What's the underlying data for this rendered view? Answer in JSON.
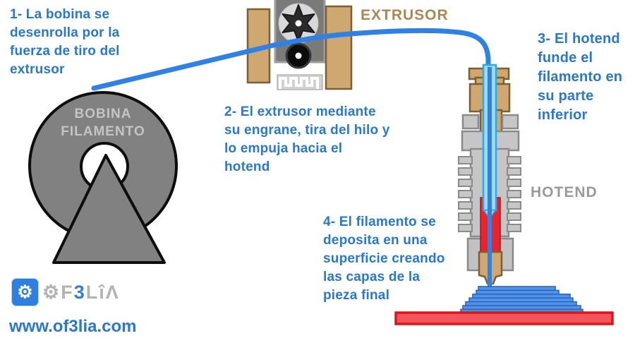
{
  "steps": {
    "step1_lines": [
      "1- La bobina se",
      "desenrolla por la",
      "fuerza de tiro del",
      "extrusor"
    ],
    "step2_lines": [
      "2- El extrusor mediante",
      "su engrane, tira del hilo y",
      "lo empuja hacia el",
      "hotend"
    ],
    "step3_lines": [
      "3- El hotend",
      "funde el",
      "filamento en",
      "su parte",
      "inferior"
    ],
    "step4_lines": [
      "4- El filamento se",
      "deposita en una",
      "superficie creando",
      "las capas de la",
      "pieza final"
    ]
  },
  "labels": {
    "spool_line1": "BOBINA",
    "spool_line2": "FILAMENTO",
    "extruder": "EXTRUSOR",
    "hotend": "HOTEND"
  },
  "logo": {
    "gear_icon": "⚙",
    "brand_o": "⚙",
    "brand_f": "F",
    "brand_3": "3",
    "brand_lia": "LîΛ"
  },
  "footer": {
    "website": "www.of3lia.com"
  },
  "colors": {
    "text_blue": "#2878d0",
    "filament_blue": "#2e82e5",
    "tube_blue": "#9fd9f5",
    "tube_border": "#2aa9e8",
    "tan": "#cfa770",
    "tan_dark": "#7d5f33",
    "extruder_label_tan": "#ab8752",
    "metal_gray": "#c6c6c6",
    "metal_border": "#8a8a8a",
    "spool_gray": "#818181",
    "hot_red": "#e8252e",
    "bed_red": "#f2555c",
    "bed_border": "#e0151c"
  }
}
